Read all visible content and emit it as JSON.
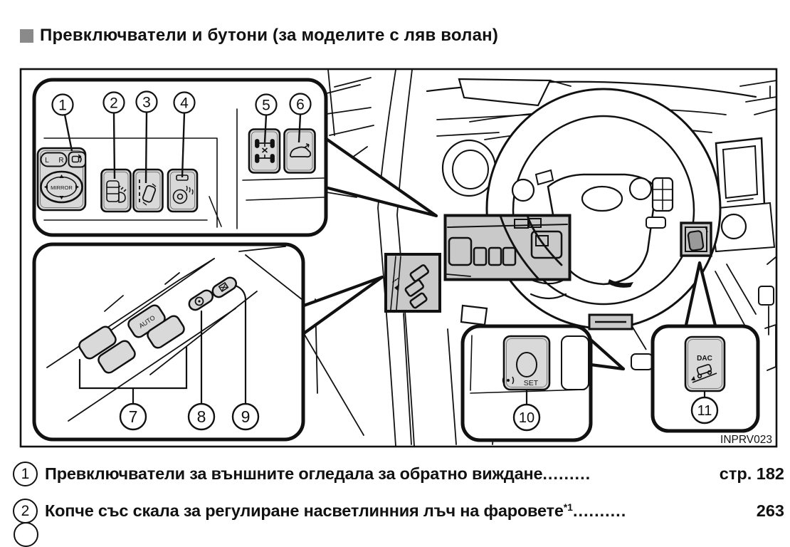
{
  "title": {
    "text": "Превключватели и бутони (за моделите с ляв волан)"
  },
  "figure": {
    "code": "INPRV023",
    "callouts": [
      "1",
      "2",
      "3",
      "4",
      "5",
      "6",
      "7",
      "8",
      "9",
      "10",
      "11"
    ],
    "labels": {
      "mirror_left": "L",
      "mirror_right": "R",
      "mirror": "MIRROR",
      "auto": "AUTO",
      "set": "SET",
      "dac": "DAC"
    }
  },
  "items": [
    {
      "num": "1",
      "text": "Превключватели за външните огледала за обратно виждане",
      "sup": "",
      "leader": ".........",
      "page": "стр. 182"
    },
    {
      "num": "2",
      "text": "Копче със скала за регулиране насветлинния лъч на фаровете",
      "sup": "*1",
      "leader": "..........",
      "page": "263"
    }
  ]
}
